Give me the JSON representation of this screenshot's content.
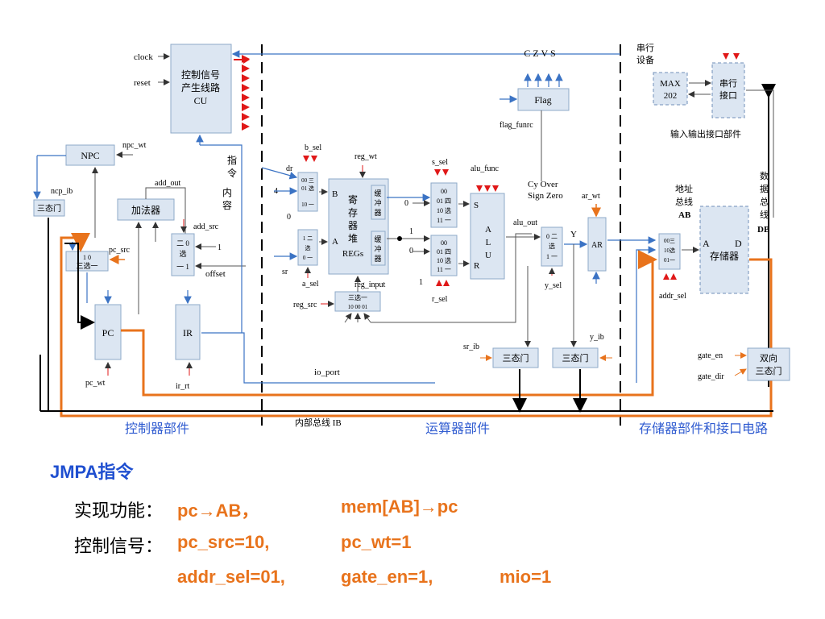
{
  "diagram": {
    "cu": [
      "控制信号",
      "产生线路",
      "CU"
    ],
    "clock": "clock",
    "reset": "reset",
    "czvs": "C Z V S",
    "flag": "Flag",
    "flag_funrc": "flag_funrc",
    "serial_device": [
      "串行",
      "设备"
    ],
    "max202": [
      "MAX",
      "202"
    ],
    "serial_port": [
      "串行",
      "接口"
    ],
    "io_section": "输入输出接口部件",
    "npc": "NPC",
    "npc_wt": "npc_wt",
    "ncp_ib": "ncp_ib",
    "tristate": "三态门",
    "adder": "加法器",
    "add_out": "add_out",
    "add_src": "add_src",
    "pc_src": "pc_src",
    "mux3": "三选一",
    "pc": "PC",
    "pc_wt": "pc_wt",
    "ir": "IR",
    "ir_rt": "ir_rt",
    "offset": "offset",
    "instr_content": [
      "指",
      "令",
      "内",
      "容"
    ],
    "b_sel": "b_sel",
    "dr": "dr",
    "sr": "sr",
    "a_sel": "a_sel",
    "reg_wt": "reg_wt",
    "regs": [
      "寄",
      "存",
      "器",
      "堆",
      "REGs"
    ],
    "buffer": [
      "缓",
      "冲",
      "器"
    ],
    "reg_input": "reg_input",
    "reg_src": "reg_src",
    "s_sel": "s_sel",
    "r_sel": "r_sel",
    "alu_func": "alu_func",
    "alu": [
      "A",
      "L",
      "U"
    ],
    "cy_over": "Cy   Over",
    "sign_zero": "Sign Zero",
    "alu_out": "alu_out",
    "y": "Y",
    "y_sel": "y_sel",
    "ar_wt": "ar_wt",
    "ar": "AR",
    "sr_ib": "sr_ib",
    "y_ib": "y_ib",
    "io_port": "io_port",
    "addr_bus": [
      "地址",
      "总线",
      "AB"
    ],
    "data_bus": [
      "数",
      "据",
      "总",
      "线",
      "DB"
    ],
    "memory": "存储器",
    "addr_sel": "addr_sel",
    "gate_en": "gate_en",
    "gate_dir": "gate_dir",
    "bidir": [
      "双向",
      "三态门"
    ],
    "internal_bus": "内部总线 IB",
    "sec_controller": "控制器部件",
    "sec_alu": "运算器部件",
    "sec_mem": "存储器部件和接口电路",
    "num_0": "0",
    "num_1": "1",
    "num_4": "4"
  },
  "text": {
    "title": "JMPA指令",
    "func_label": "实现功能：",
    "func_1": "pc→AB，",
    "func_2": "mem[AB]→pc",
    "ctrl_label": "控制信号：",
    "ctrl_1": "pc_src=10,",
    "ctrl_2": "pc_wt=1",
    "ctrl_3": "addr_sel=01,",
    "ctrl_4": "gate_en=1,",
    "ctrl_5": "mio=1"
  },
  "colors": {
    "highlight_path": "#e8731c",
    "section_label": "#2f5bd0",
    "block_fill": "#dce6f2"
  }
}
